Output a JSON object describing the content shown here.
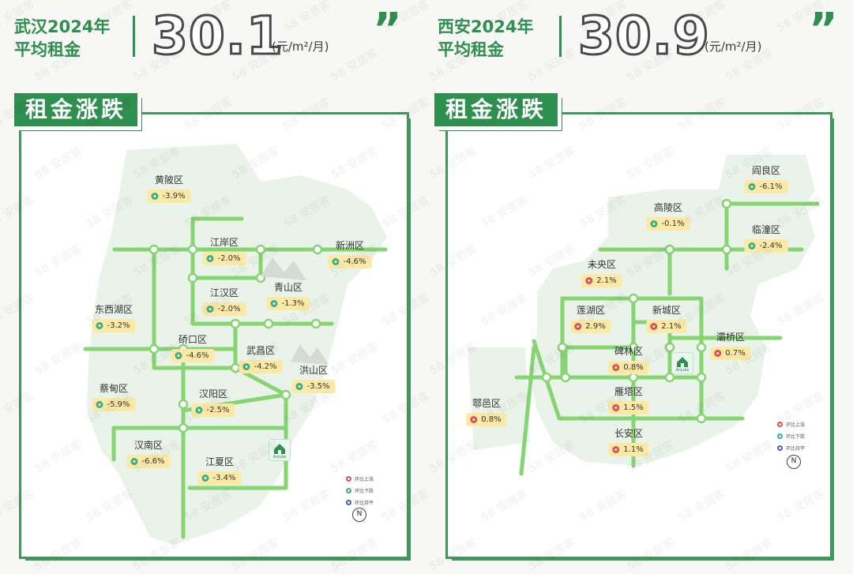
{
  "colors": {
    "brand": "#2f8f4e",
    "road": "#86d472",
    "node_fill": "#ffffff",
    "region": "#e9f3ea",
    "pill": "#fde9a6",
    "down": "#3ab07c",
    "up": "#e05050",
    "flat": "#4b5fb0"
  },
  "watermark_text": "58 安居客",
  "panels": [
    {
      "city_line1": "武汉2024年",
      "city_line2": "平均租金",
      "avg_value": "30.1",
      "unit": "(元/m²/月)",
      "quote": "”",
      "banner": "租金涨跌",
      "anjuke_label": "Anjuke",
      "compass_label": "N",
      "legend": [
        "环比上涨",
        "环比下跌",
        "环比持平"
      ],
      "districts": [
        {
          "name": "黄陂区",
          "change": "-3.9%",
          "trend": "down"
        },
        {
          "name": "新洲区",
          "change": "-4.6%",
          "trend": "down"
        },
        {
          "name": "江岸区",
          "change": "-2.0%",
          "trend": "down"
        },
        {
          "name": "江汉区",
          "change": "-2.0%",
          "trend": "down"
        },
        {
          "name": "青山区",
          "change": "-1.3%",
          "trend": "down"
        },
        {
          "name": "东西湖区",
          "change": "-3.2%",
          "trend": "down"
        },
        {
          "name": "硚口区",
          "change": "-4.6%",
          "trend": "down"
        },
        {
          "name": "武昌区",
          "change": "-4.2%",
          "trend": "down"
        },
        {
          "name": "洪山区",
          "change": "-3.5%",
          "trend": "down"
        },
        {
          "name": "蔡甸区",
          "change": "-5.9%",
          "trend": "down"
        },
        {
          "name": "汉阳区",
          "change": "-2.5%",
          "trend": "down"
        },
        {
          "name": "汉南区",
          "change": "-6.6%",
          "trend": "down"
        },
        {
          "name": "江夏区",
          "change": "-3.4%",
          "trend": "down"
        }
      ]
    },
    {
      "city_line1": "西安2024年",
      "city_line2": "平均租金",
      "avg_value": "30.9",
      "unit": "(元/m²/月)",
      "quote": "”",
      "banner": "租金涨跌",
      "anjuke_label": "Anjuke",
      "compass_label": "N",
      "legend": [
        "环比上涨",
        "环比下跌",
        "环比持平"
      ],
      "districts": [
        {
          "name": "阎良区",
          "change": "-6.1%",
          "trend": "down"
        },
        {
          "name": "高陵区",
          "change": "-0.1%",
          "trend": "down"
        },
        {
          "name": "临潼区",
          "change": "-2.4%",
          "trend": "down"
        },
        {
          "name": "未央区",
          "change": "2.1%",
          "trend": "up"
        },
        {
          "name": "莲湖区",
          "change": "2.9%",
          "trend": "up"
        },
        {
          "name": "新城区",
          "change": "2.1%",
          "trend": "up"
        },
        {
          "name": "碑林区",
          "change": "0.8%",
          "trend": "up"
        },
        {
          "name": "灞桥区",
          "change": "0.7%",
          "trend": "up"
        },
        {
          "name": "鄠邑区",
          "change": "0.8%",
          "trend": "up"
        },
        {
          "name": "雁塔区",
          "change": "1.5%",
          "trend": "up"
        },
        {
          "name": "长安区",
          "change": "1.1%",
          "trend": "up"
        }
      ]
    }
  ]
}
